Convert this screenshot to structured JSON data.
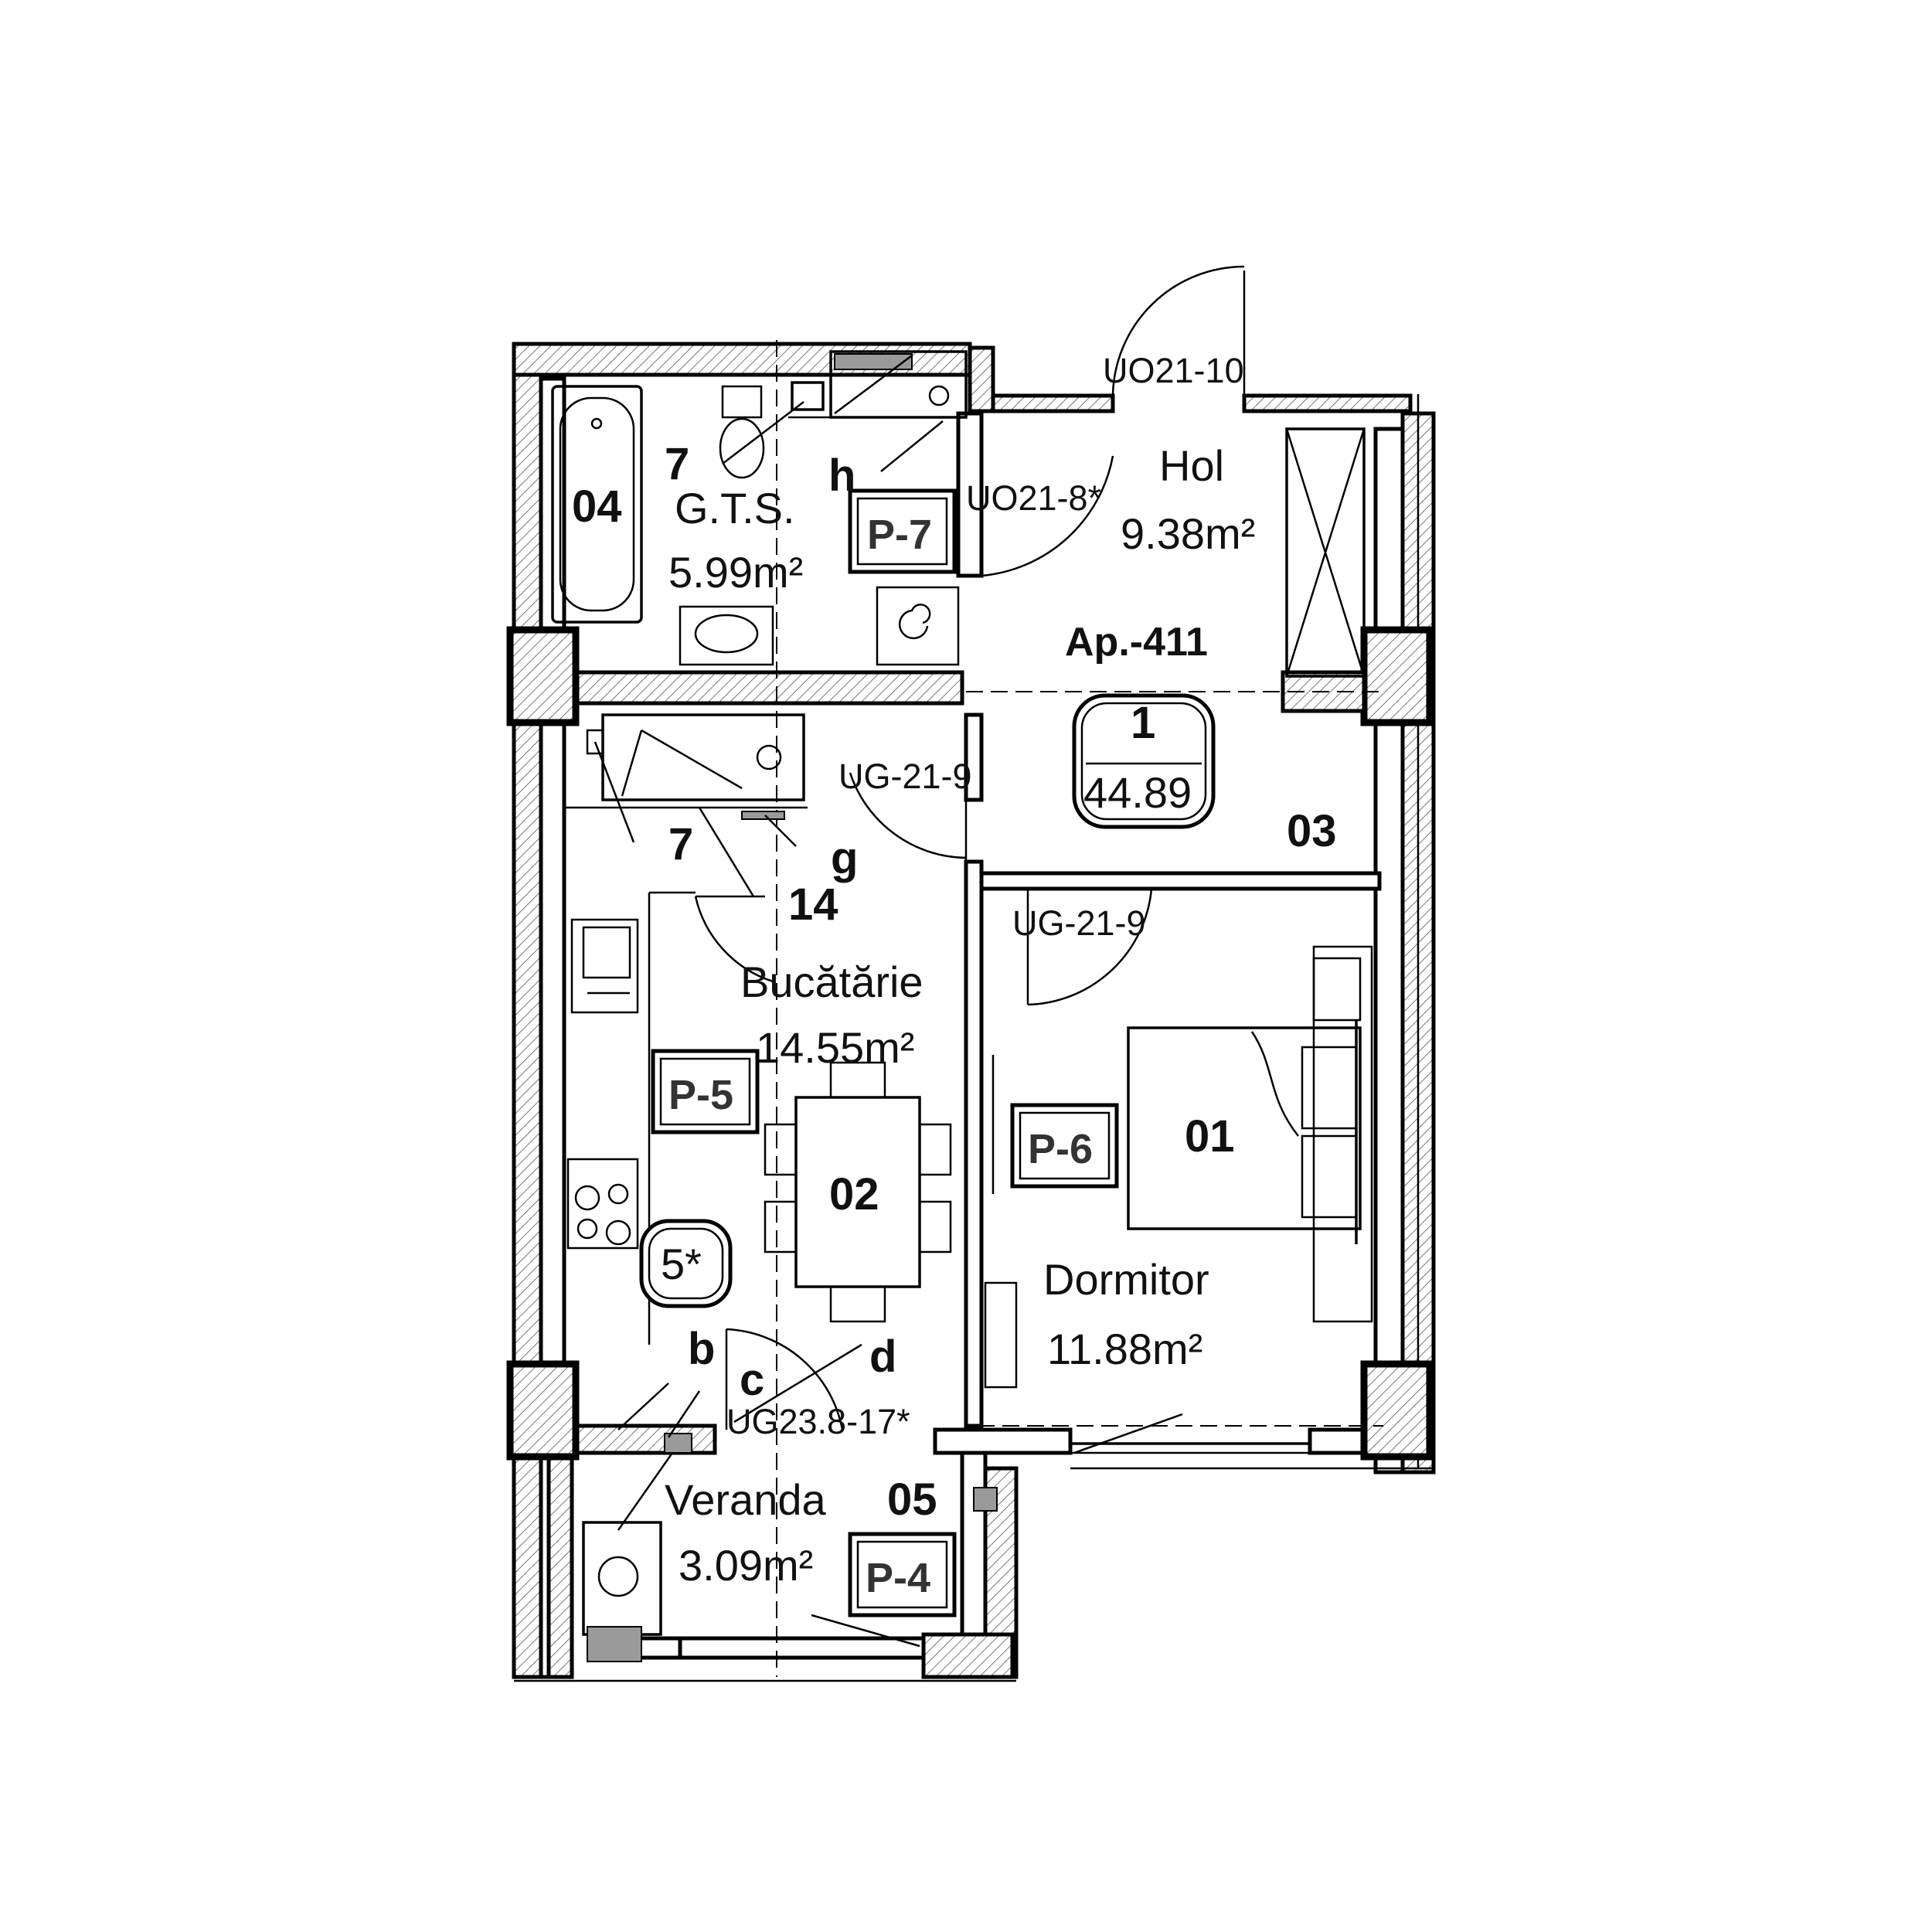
{
  "apartment": {
    "label": "Ap.-411",
    "rooms_count": "1",
    "total_area": "44.89"
  },
  "rooms": {
    "bathroom": {
      "number": "04",
      "name": "G.T.S.",
      "area": "5.99m²",
      "tag": "P-7"
    },
    "hall": {
      "number": "03",
      "name": "Hol",
      "area": "9.38m²"
    },
    "kitchen": {
      "number": "02",
      "name": "Bucătărie",
      "area": "14.55m²",
      "tag": "P-5"
    },
    "bedroom": {
      "number": "01",
      "name": "Dormitor",
      "area": "11.88m²",
      "tag": "P-6"
    },
    "veranda": {
      "number": "05",
      "name": "Veranda",
      "area": "3.09m²",
      "tag": "P-4"
    }
  },
  "doors": {
    "entrance": "UO21-10",
    "bathroom": "UO21-8*",
    "kitchen": "UG-21-9",
    "bedroom": "UG-21-9",
    "veranda": "UG23.8-17*"
  },
  "markers": {
    "bath_7": "7",
    "bath_h": "h",
    "kitchen_7": "7",
    "kitchen_g": "g",
    "kitchen_14": "14",
    "kitchen_5": "5*",
    "kitchen_b": "b",
    "kitchen_c": "c",
    "kitchen_d": "d"
  }
}
